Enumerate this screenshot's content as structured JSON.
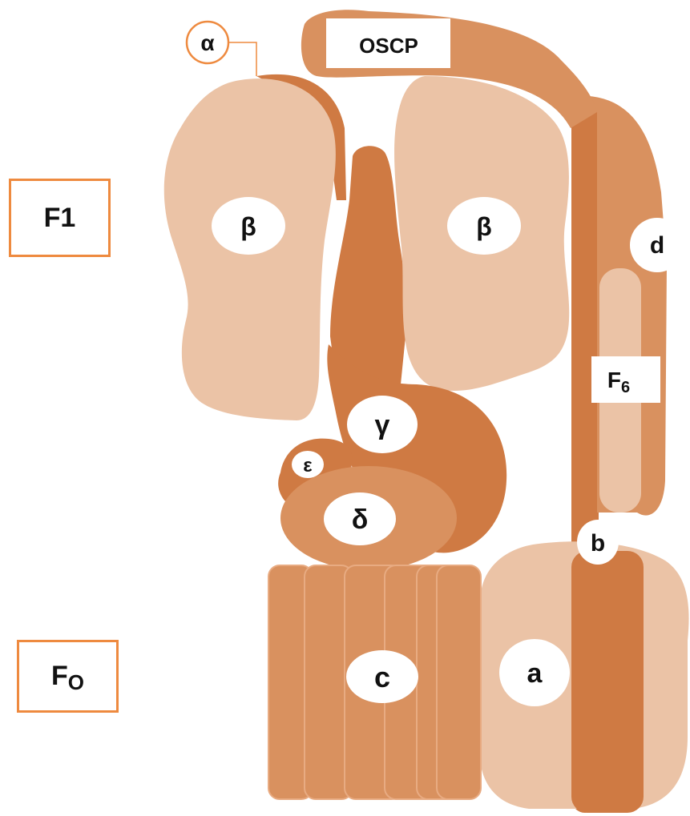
{
  "title": "",
  "colors": {
    "dark": "#cf7a43",
    "medium": "#d9915f",
    "light": "#ebc3a6",
    "outline": "#ee8a3f",
    "label_fill": "#ffffff",
    "text": "#111111"
  },
  "sections": {
    "f1": "F1",
    "fo_main": "F",
    "fo_sub": "O"
  },
  "subunits": {
    "alpha": "α",
    "oscp": "OSCP",
    "beta_left": "β",
    "beta_right": "β",
    "gamma": "γ",
    "epsilon": "ε",
    "delta": "δ",
    "c": "c",
    "a": "a",
    "b": "b",
    "d": "d",
    "f6_main": "F",
    "f6_sub": "6"
  }
}
